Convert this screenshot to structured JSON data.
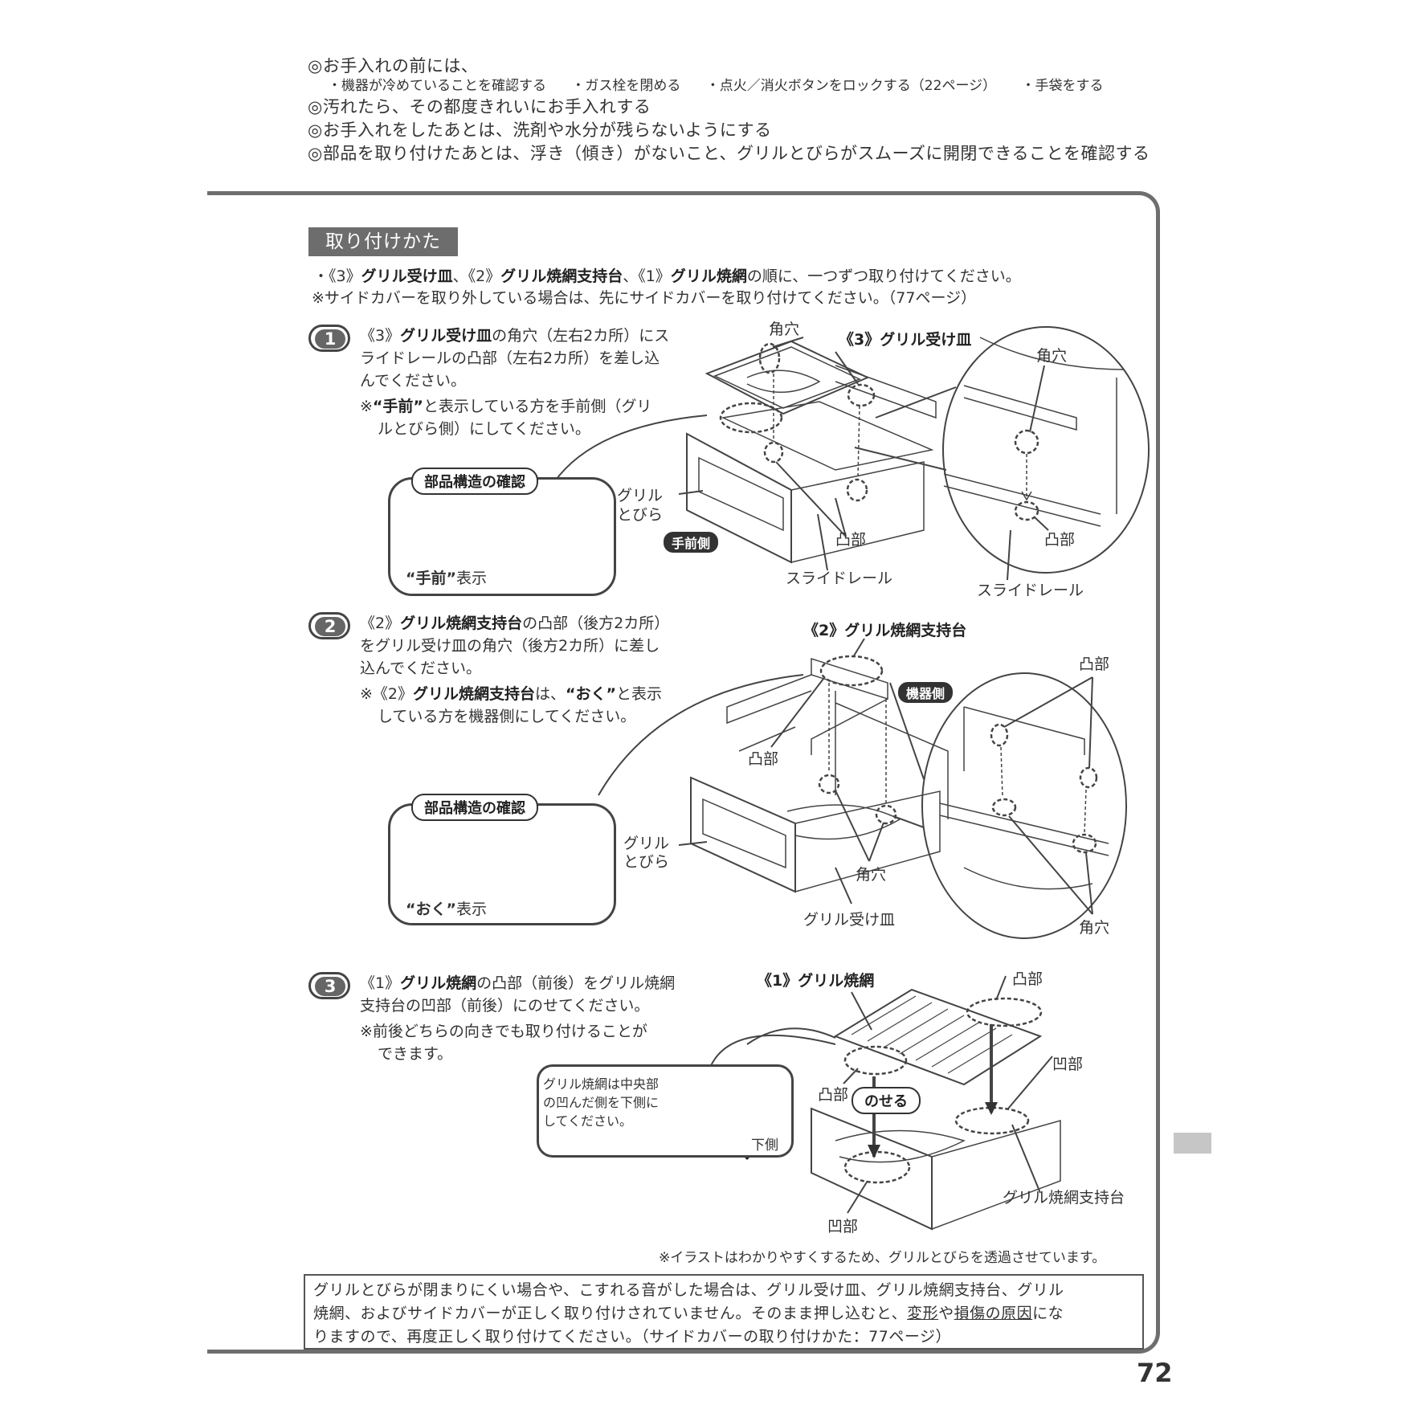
{
  "header_notes": {
    "line1": "◎お手入れの前には、",
    "sub_items": [
      "・機器が冷めていることを確認する",
      "・ガス栓を閉める",
      "・点火／消火ボタンをロックする（22ページ）",
      "・手袋をする"
    ],
    "line2": "◎汚れたら、その都度きれいにお手入れする",
    "line3": "◎お手入れをしたあとは、洗剤や水分が残らないようにする",
    "line4": "◎部品を取り付けたあとは、浮き（傾き）がないこと、グリルとびらがスムーズに開閉できることを確認する"
  },
  "section": {
    "title": "取り付けかた",
    "intro_prefix": "・《3》",
    "intro_b1": "グリル受け皿",
    "intro_mid1": "、《2》",
    "intro_b2": "グリル焼網支持台",
    "intro_mid2": "、《1》",
    "intro_b3": "グリル焼網",
    "intro_suffix": "の順に、一つずつ取り付けてください。",
    "intro_line2": "※サイドカバーを取り外している場合は、先にサイドカバーを取り付けてください。（77ページ）"
  },
  "steps": [
    {
      "number": "1",
      "text_prefix": "《3》",
      "text_bold": "グリル受け皿",
      "text_l1_rest": "の角穴（左右2カ所）にス",
      "text_l2": "ライドレールの凸部（左右2カ所）を差し込",
      "text_l3": "んでください。",
      "note_prefix": "※",
      "note_bold": "“手前”",
      "note_l1_rest": "と表示している方を手前側（グリ",
      "note_l2": "ルとびら側）にしてください。",
      "struct_title": "部品構造の確認",
      "struct_caption_bold": "“手前”",
      "struct_caption_rest": "表示",
      "lbl_kakuana": "角穴",
      "lbl_part": "《3》グリル受け皿",
      "lbl_kakuana2": "角穴",
      "lbl_door1": "グリル",
      "lbl_door2": "とびら",
      "pill": "手前側",
      "lbl_totsubu": "凸部",
      "lbl_totsubu2": "凸部",
      "lbl_rail": "スライドレール",
      "lbl_rail2": "スライドレール"
    },
    {
      "number": "2",
      "text_prefix": "《2》",
      "text_bold": "グリル焼網支持台",
      "text_l1_rest": "の凸部（後方2カ所）",
      "text_l2": "をグリル受け皿の角穴（後方2カ所）に差し",
      "text_l3": "込んでください。",
      "note_prefix": "※《2》",
      "note_bold": "グリル焼網支持台",
      "note_mid": "は、",
      "note_bold2": "“おく”",
      "note_l1_rest": "と表示",
      "note_l2": "している方を機器側にしてください。",
      "struct_title": "部品構造の確認",
      "struct_caption_bold": "“おく”",
      "struct_caption_rest": "表示",
      "lbl_part": "《2》グリル焼網支持台",
      "pill": "機器側",
      "lbl_totsubu": "凸部",
      "lbl_totsubu2": "凸部",
      "lbl_door1": "グリル",
      "lbl_door2": "とびら",
      "lbl_kakuana": "角穴",
      "lbl_kakuana2": "角穴",
      "lbl_tray": "グリル受け皿"
    },
    {
      "number": "3",
      "text_prefix": "《1》",
      "text_bold": "グリル焼網",
      "text_l1_rest": "の凸部（前後）をグリル焼網",
      "text_l2": "支持台の凹部（前後）にのせてください。",
      "note_l1": "※前後どちらの向きでも取り付けることが",
      "note_l2": "できます。",
      "inset_l1": "グリル焼網は中央部",
      "inset_l2": "の凹んだ側を下側に",
      "inset_l3": "してください。",
      "inset_down": "下側",
      "lbl_part": "《1》グリル焼網",
      "lbl_totsubu": "凸部",
      "lbl_totsubu2": "凸部",
      "pill": "のせる",
      "lbl_oubu": "凹部",
      "lbl_oubu2": "凹部",
      "lbl_support": "グリル焼網支持台"
    }
  ],
  "footnote": "※イラストはわかりやすくするため、グリルとびらを透過させています。",
  "warning": {
    "l1": "グリルとびらが閉まりにくい場合や、こすれる音がした場合は、グリル受け皿、グリル焼網支持台、グリル",
    "l2_a": "焼網、およびサイドカバーが正しく取り付けされていません。そのまま押し込むと、",
    "l2_u1": "変形",
    "l2_b": "や",
    "l2_u2": "損傷の原因",
    "l2_c": "にな",
    "l3": "りますので、再度正しく取り付けてください。（サイドカバーの取り付けかた：77ページ）"
  },
  "page_number": "72"
}
